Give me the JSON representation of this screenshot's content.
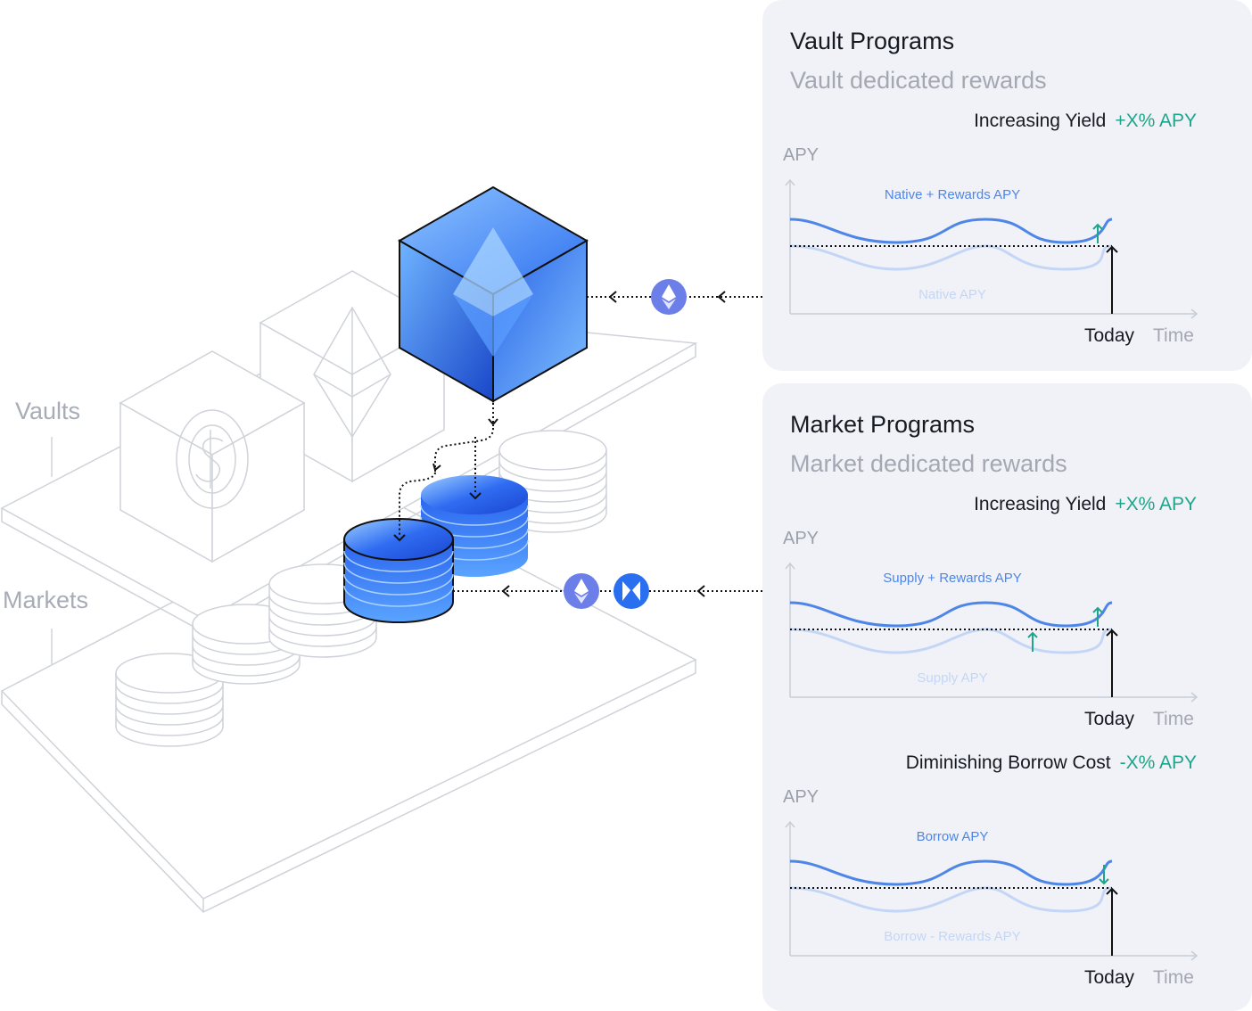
{
  "left": {
    "vaults_label": "Vaults",
    "markets_label": "Markets"
  },
  "vault_programs": {
    "title": "Vault Programs",
    "subtitle": "Vault dedicated rewards",
    "metric_label": "Increasing Yield",
    "metric_value": "+X% APY",
    "chart": {
      "y_label": "APY",
      "top_series": "Native + Rewards APY",
      "bottom_series": "Native APY",
      "x_marker": "Today",
      "x_label": "Time"
    }
  },
  "market_programs": {
    "title": "Market Programs",
    "subtitle": "Market dedicated rewards",
    "supply": {
      "metric_label": "Increasing Yield",
      "metric_value": "+X% APY",
      "chart": {
        "y_label": "APY",
        "top_series": "Supply + Rewards APY",
        "bottom_series": "Supply APY",
        "x_marker": "Today",
        "x_label": "Time"
      }
    },
    "borrow": {
      "metric_label": "Diminishing Borrow Cost",
      "metric_value": "-X% APY",
      "chart": {
        "y_label": "APY",
        "top_series": "Borrow APY",
        "bottom_series": "Borrow - Rewards APY",
        "x_marker": "Today",
        "x_label": "Time"
      }
    }
  },
  "colors": {
    "panel_bg": "#f1f2f7",
    "accent_green": "#1fa58b",
    "line_blue": "#4d86e8",
    "line_light_blue": "#c4d6f6",
    "token_purple": "#6c7ee8",
    "token_blue": "#2a6ff0"
  },
  "icons": [
    "ethereum-token-icon",
    "morpho-butterfly-icon",
    "usdc-coin-icon",
    "ethereum-logo-icon"
  ]
}
